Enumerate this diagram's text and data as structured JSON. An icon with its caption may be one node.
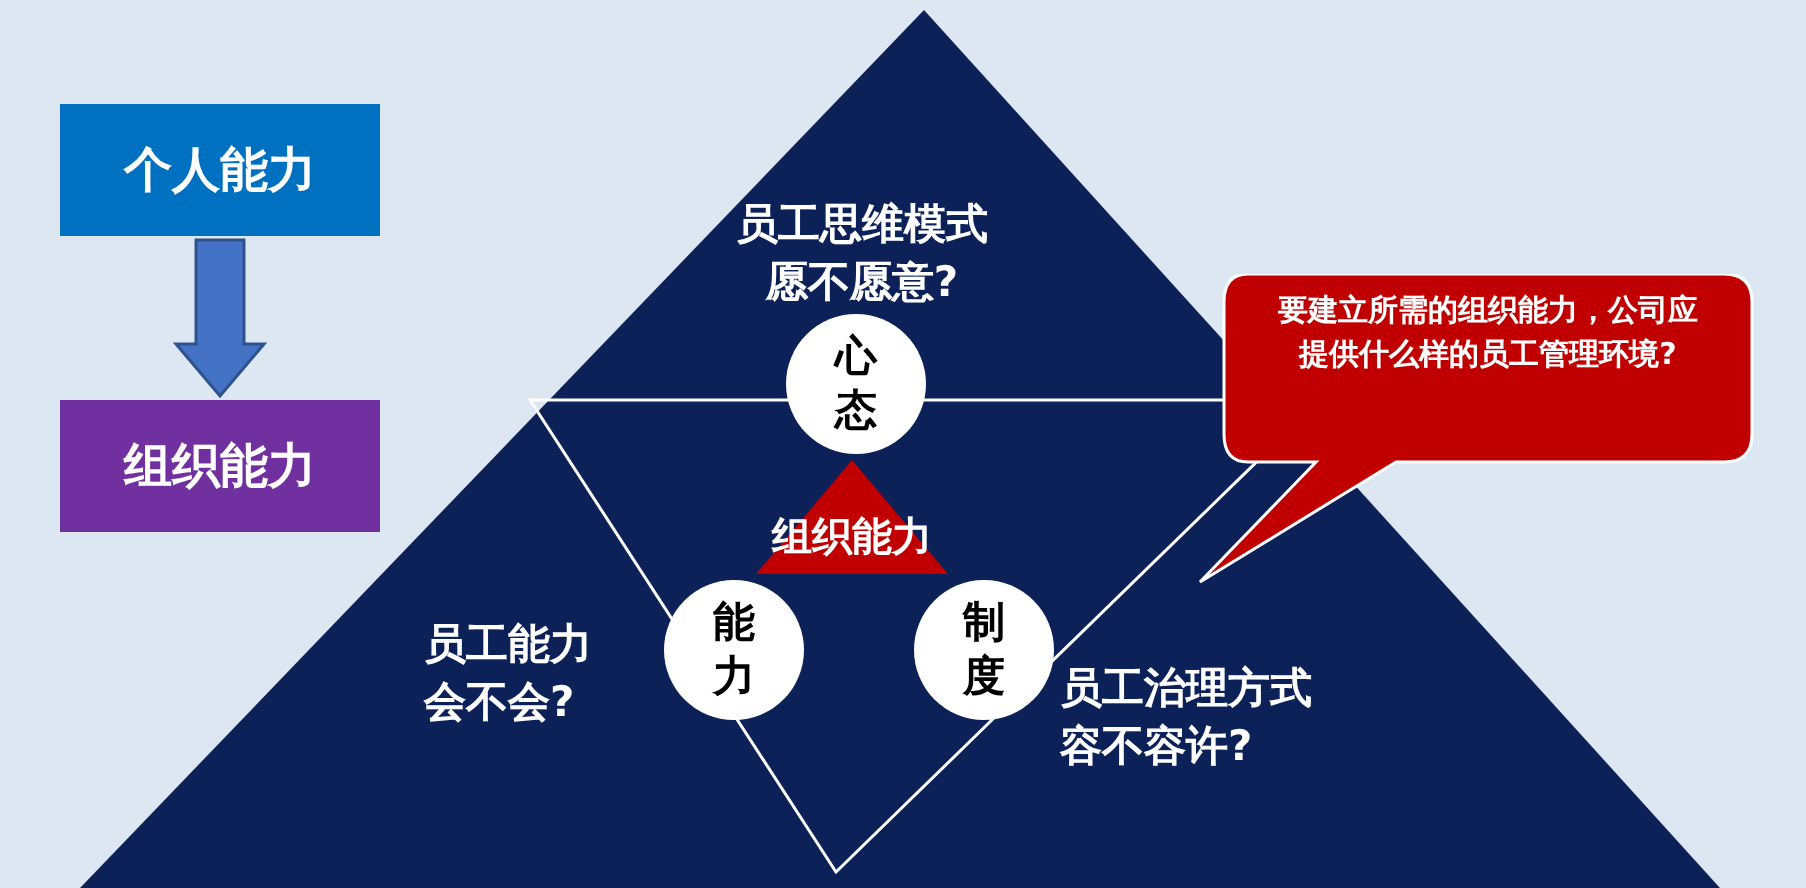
{
  "diagram": {
    "nodes": [
      {
        "text": [
          "个人能力"
        ]
      },
      {
        "text": [
          "组织能力"
        ]
      },
      {
        "text": [
          "心态"
        ]
      },
      {
        "text": [
          "能力"
        ]
      },
      {
        "text": [
          "制度"
        ]
      },
      {
        "text": [
          "组织能力"
        ]
      },
      {
        "text": [
          "要建立所需的组织能力，公司应提供什么样的员工管理环境?"
        ]
      }
    ],
    "edges": [
      {
        "from": 0,
        "to": 1,
        "arrow": "to"
      }
    ],
    "labels": [
      "员工思维模式愿不愿意?",
      "员工能力会不会?",
      "员工治理方式容不容许?"
    ]
  }
}
